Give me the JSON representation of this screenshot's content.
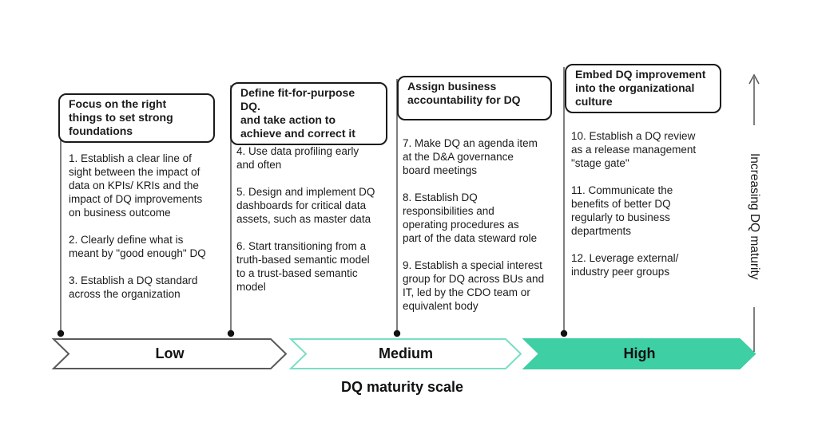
{
  "title": "DQ maturity scale",
  "axis": {
    "label": "Increasing DQ maturity"
  },
  "scale": {
    "segments": [
      "Low",
      "Medium",
      "High"
    ]
  },
  "columns": [
    {
      "header": "Focus on the right\nthings to set strong\nfoundations",
      "items": [
        "1. Establish a clear line of\nsight between the impact of\ndata on KPIs/ KRIs and the\nimpact of DQ improvements\non business outcome",
        "2. Clearly define what is\nmeant by \"good enough\" DQ",
        "3. Establish a DQ standard\nacross the organization"
      ]
    },
    {
      "header": "Define fit-for-purpose DQ.\nand take action to\nachieve and correct it",
      "items": [
        "4. Use data profiling early\nand often",
        "5. Design and implement DQ\ndashboards for critical data\nassets, such as master data",
        "6. Start transitioning from a\ntruth-based semantic model\nto a trust-based semantic\nmodel"
      ]
    },
    {
      "header": "Assign business\naccountability for DQ",
      "items": [
        "7. Make DQ an agenda item\nat the D&A governance\nboard meetings",
        "8. Establish DQ\nresponsibilities and\noperating procedures as\npart of the data steward role",
        "9. Establish a special interest\ngroup for DQ across BUs and\nIT, led by the CDO team or\nequivalent body"
      ]
    },
    {
      "header": "Embed DQ improvement\ninto the organizational\nculture",
      "items": [
        "10. Establish a DQ review\nas a release management\n\"stage gate\"",
        "11. Communicate the\nbenefits of better DQ\nregularly to business\ndepartments",
        "12. Leverage external/\nindustry peer groups"
      ]
    }
  ],
  "colors": {
    "teal_fill": "#3ecfa4",
    "teal_light_stroke": "#7adec4",
    "gray_stroke": "#5a5a5a",
    "text": "#1b1b1b"
  }
}
